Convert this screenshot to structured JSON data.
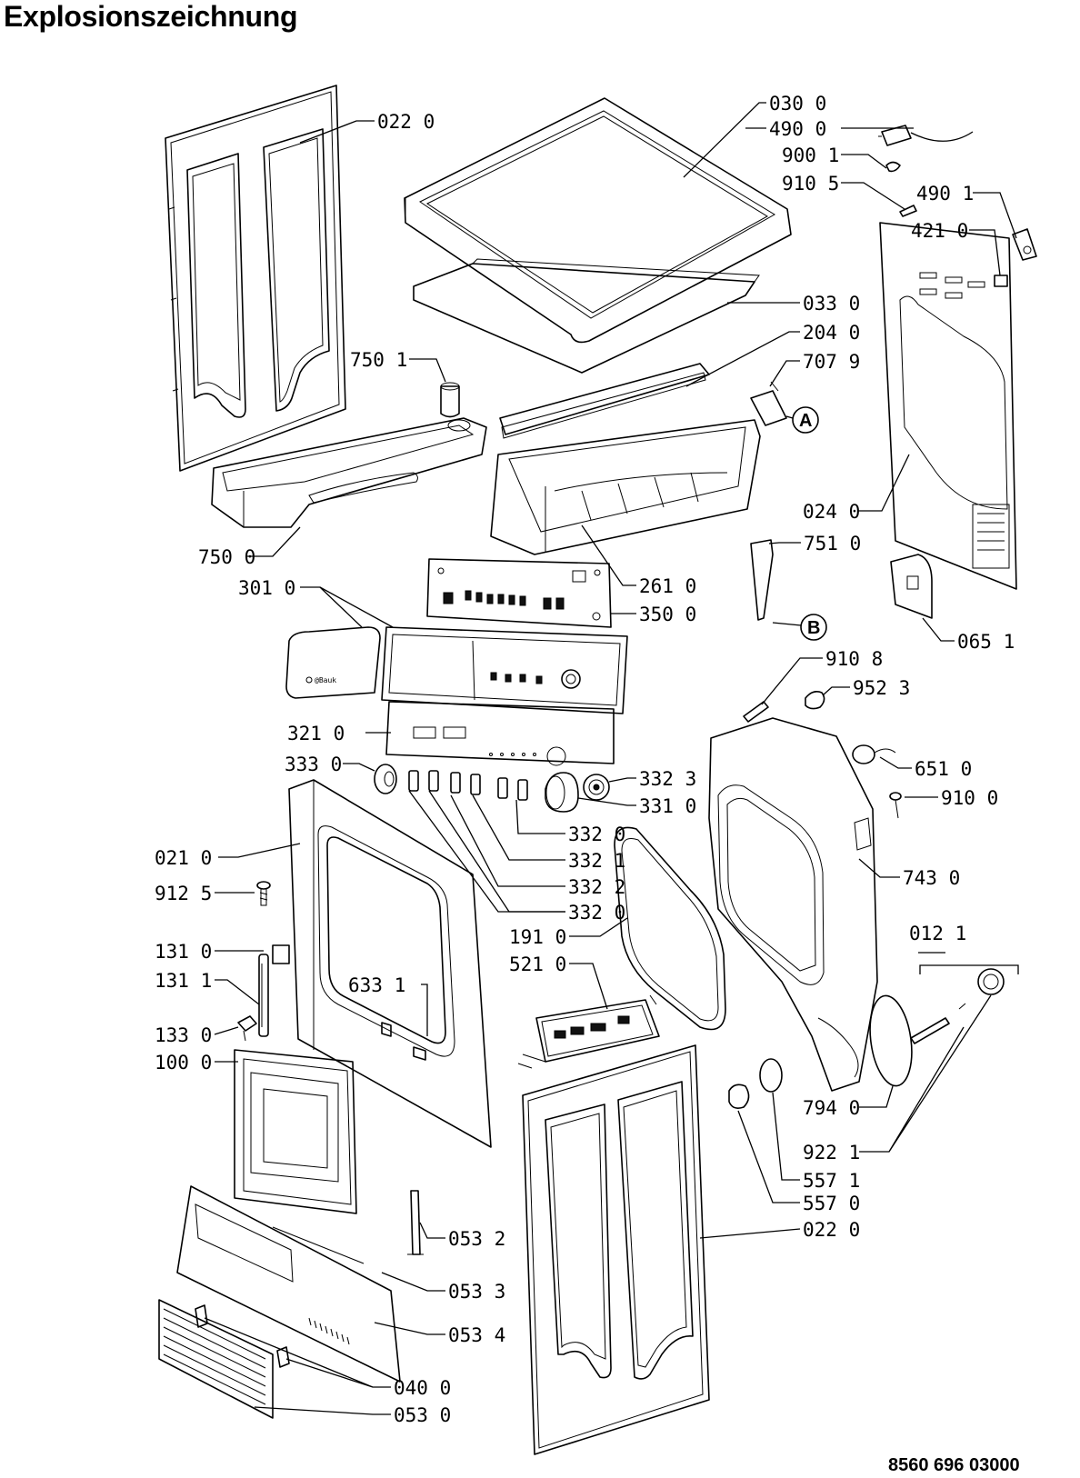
{
  "title": "Explosionszeichnung",
  "document_code": "8560  696  03000",
  "markers": {
    "a": "A",
    "b": "B"
  },
  "labels": {
    "p0220_top": "022 0",
    "p0300": "030 0",
    "p4900": "490 0",
    "p9001": "900 1",
    "p9105": "910 5",
    "p4901": "490 1",
    "p4210": "421 0",
    "p0330": "033 0",
    "p2040": "204 0",
    "p7079": "707 9",
    "p7501": "750 1",
    "p0240": "024 0",
    "p7500": "750 0",
    "p7510": "751 0",
    "p3010": "301 0",
    "p2610": "261 0",
    "p3500": "350 0",
    "p0651": "065 1",
    "p9108": "910 8",
    "p9523": "952 3",
    "p3210": "321 0",
    "p3330": "333 0",
    "p6510": "651 0",
    "p3323": "332 3",
    "p3310": "331 0",
    "p9100": "910 0",
    "p3320a": "332 0",
    "p0210": "021 0",
    "p3321": "332 1",
    "p7430": "743 0",
    "p9125": "912 5",
    "p3322": "332 2",
    "p3320b": "332 0",
    "p0121": "012 1",
    "p1910": "191 0",
    "p5210": "521 0",
    "p1310": "131 0",
    "p1311": "131 1",
    "p6331": "633 1",
    "p1330": "133 0",
    "p1000": "100 0",
    "p7940": "794 0",
    "p9221": "922 1",
    "p5571": "557 1",
    "p5570": "557 0",
    "p0220_bottom": "022 0",
    "p0532": "053 2",
    "p0533": "053 3",
    "p0534": "053 4",
    "p0400": "040 0",
    "p0530": "053 0"
  }
}
